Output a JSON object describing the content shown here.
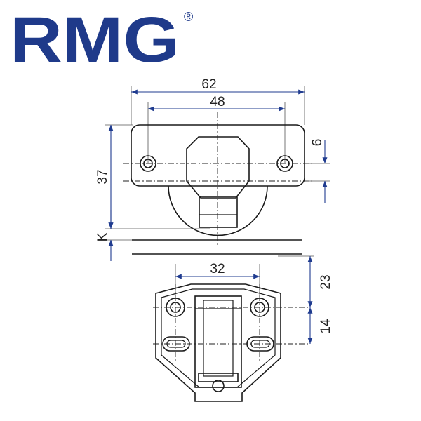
{
  "brand": {
    "logo_text": "RMG",
    "registered_mark": "®",
    "logo_color": "#1f3a8a"
  },
  "dimensions": {
    "plate_width": "62",
    "hole_spacing_top": "48",
    "plate_height": "37",
    "hole_offset": "6",
    "cover_label": "K",
    "hole_spacing_bottom": "32",
    "top_to_holes": "23",
    "hole_pitch": "14"
  },
  "colors": {
    "dimension_lines": "#1f3b8f",
    "part_lines": "#1a1a1a"
  }
}
